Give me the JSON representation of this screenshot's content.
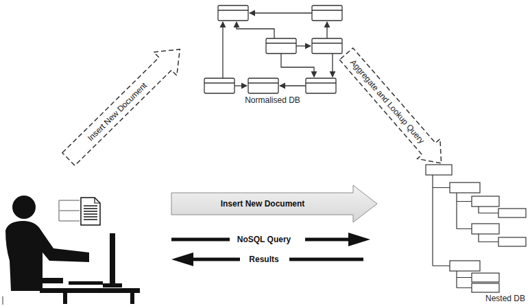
{
  "diagram": {
    "nodes": [
      {
        "text": [
          "Normalised DB"
        ]
      },
      {
        "text": [
          "Nested DB"
        ]
      }
    ],
    "edges": [
      {
        "from": 0,
        "to": 1,
        "arrow": "to",
        "label": "Aggregate and Lookup Query"
      }
    ],
    "labels": [
      "Insert New Document",
      "Insert New Document",
      "NoSQL Query",
      "Results"
    ]
  }
}
